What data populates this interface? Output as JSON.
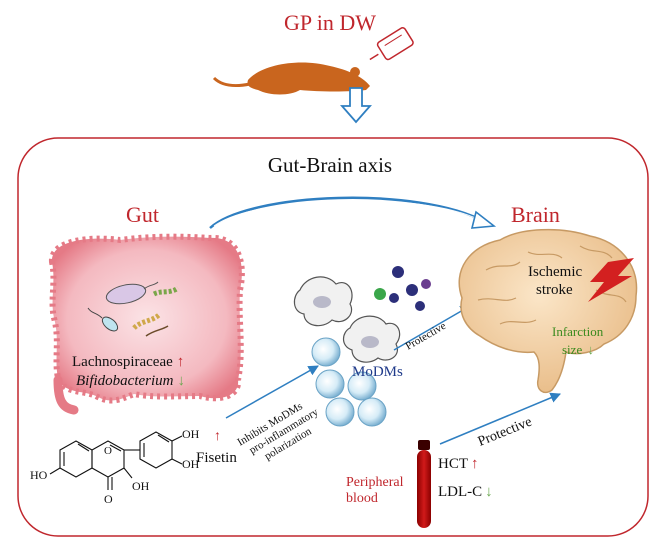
{
  "header": {
    "title": "GP in DW"
  },
  "axis": {
    "title": "Gut-Brain axis"
  },
  "gut": {
    "heading": "Gut",
    "taxon_1": "Lachnospiraceae",
    "taxon_1_change": "↑",
    "taxon_2": "Bifidobacterium",
    "taxon_2_change": "↓"
  },
  "brain": {
    "heading": "Brain",
    "event_line_1": "Ischemic",
    "event_line_2": "stroke",
    "infarction_line_1": "Infarction",
    "infarction_line_2": "size",
    "infarction_change": "↓"
  },
  "cells": {
    "label": "MoDMs",
    "protective_label": "Protective"
  },
  "fisetin": {
    "name": "Fisetin",
    "change": "↑",
    "effect_line_1": "Inhibits MoDMs",
    "effect_line_2": "pro-inflammatory",
    "effect_line_3": "polarization",
    "groups": {
      "ho_left": "HO",
      "oh_top": "OH",
      "oh_right": "OH",
      "oh_bottom": "OH",
      "carbonyl_o": "O",
      "ring_o": "O"
    }
  },
  "blood": {
    "label_line_1": "Peripheral",
    "label_line_2": "blood",
    "hct_label": "HCT",
    "hct_change": "↑",
    "ldl_label": "LDL-C",
    "ldl_change": "↓",
    "protective_label": "Protective"
  },
  "colors": {
    "accent_red": "#c0272d",
    "frame": "#c0272d",
    "arrow_blue": "#2f7fc1",
    "cell_blue": "#1f3a8a",
    "up_red": "#c0272d",
    "down_green": "#6aa84f",
    "mouse": "#c9651e"
  }
}
